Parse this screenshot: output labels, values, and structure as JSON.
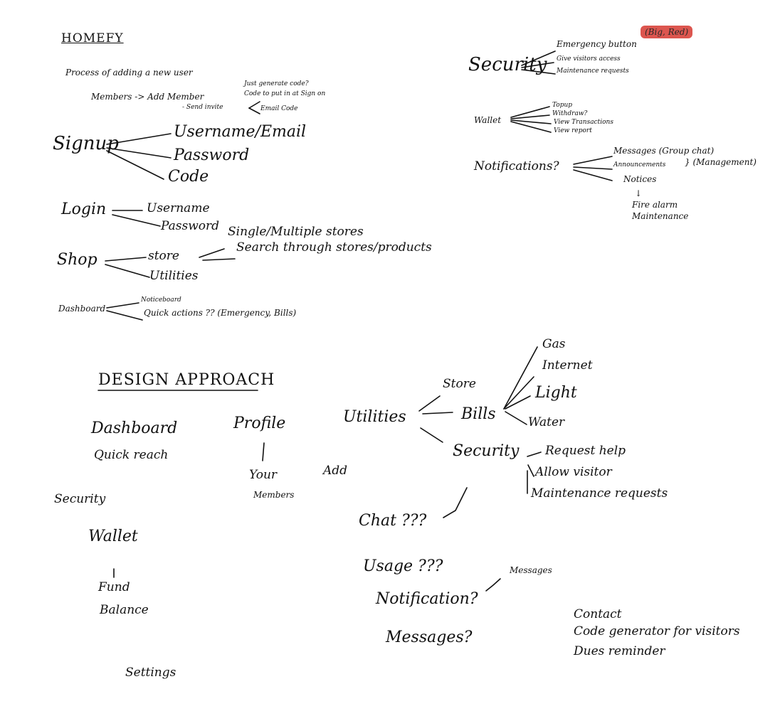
{
  "top_left": {
    "title": "HOMEFY",
    "process": "Process of adding a new user",
    "members_flow": "Members -> Add Member",
    "just_generate": "Just generate code?",
    "code_to_put": "Code to put in at Sign on",
    "send_invite": "- Send invite",
    "email_code": "Email Code",
    "signup": "Signup",
    "signup_items": [
      "Username/Email",
      "Password",
      "Code"
    ],
    "login": "Login",
    "login_items": [
      "Username",
      "Password"
    ],
    "shop": "Shop",
    "shop_items": [
      "store",
      "Utilities"
    ],
    "store_items": [
      "Single/Multiple stores",
      "Search through stores/products"
    ],
    "dashboard": "Dashboard",
    "dashboard_items": [
      "Noticeboard",
      "Quick actions ?? (Emergency, Bills)"
    ]
  },
  "top_right": {
    "security": "Security",
    "security_items": [
      "Emergency button",
      "Give visitors access",
      "Maintenance requests"
    ],
    "big_red": "(Big, Red)",
    "wallet": "Wallet",
    "wallet_items": [
      "Topup",
      "Withdraw?",
      "View Transactions",
      "View report"
    ],
    "notifications": "Notifications?",
    "notification_items": [
      "Messages (Group chat)",
      "Announcements",
      "Notices"
    ],
    "management": "} (Management)",
    "arrow": "↓",
    "notice_items": [
      "Fire alarm",
      "Maintenance"
    ]
  },
  "design": {
    "title": "DESIGN APPROACH",
    "left_items": [
      "Dashboard",
      "Quick reach",
      "Security",
      "Wallet",
      "Fund",
      "Balance",
      "Settings"
    ],
    "profile": "Profile",
    "profile_items": [
      "Your",
      "Members"
    ],
    "add": "Add",
    "utilities": "Utilities",
    "store": "Store",
    "bills": "Bills",
    "bill_items": [
      "Gas",
      "Internet",
      "Light",
      "Water"
    ],
    "security": "Security",
    "security_items": [
      "Request help",
      "Allow visitor",
      "Maintenance requests"
    ],
    "chat": "Chat ???",
    "usage": "Usage ???",
    "notification": "Notification?",
    "messages_note": "Messages",
    "messages": "Messages?",
    "extras": [
      "Contact",
      "Code generator for visitors",
      "Dues reminder"
    ]
  }
}
